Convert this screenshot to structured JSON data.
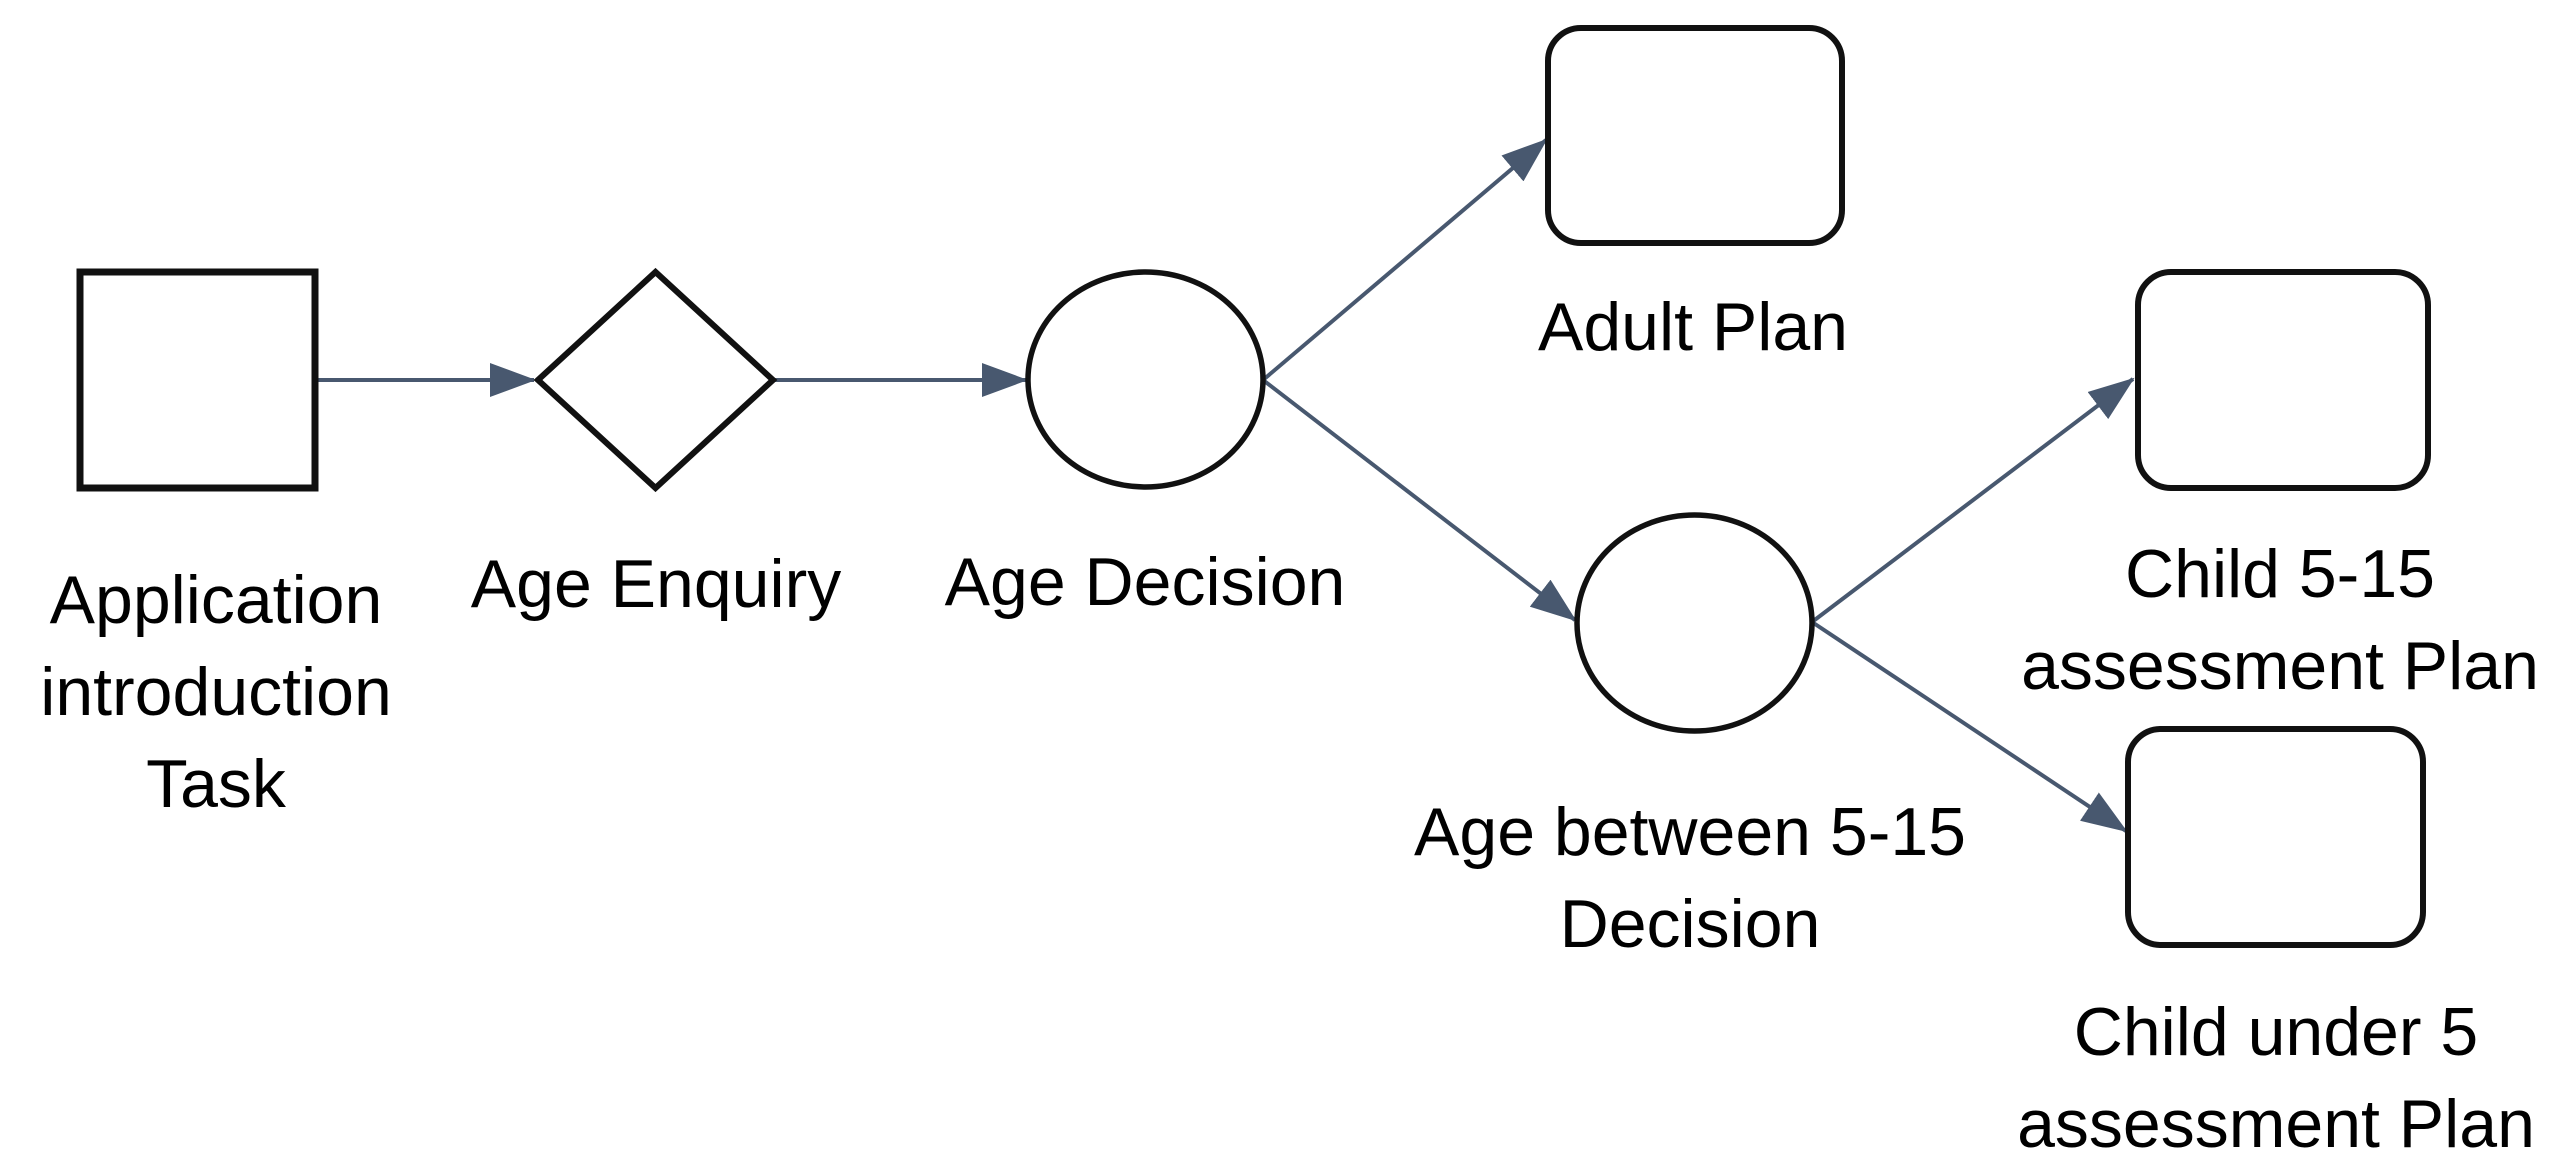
{
  "diagram": {
    "title": "",
    "background_color": "#ffffff",
    "shape_stroke_color": "#111111",
    "shape_fill_color": "#ffffff",
    "arrow_color": "#48586F",
    "text_color": "#000000",
    "nodes": [
      {
        "id": "application-task",
        "shape": "square",
        "label": "Application introduction Task",
        "label_lines": [
          "Application",
          "introduction",
          "Task"
        ]
      },
      {
        "id": "age-enquiry",
        "shape": "diamond",
        "label": "Age Enquiry",
        "label_lines": [
          "Age Enquiry"
        ]
      },
      {
        "id": "age-decision",
        "shape": "circle",
        "label": "Age Decision",
        "label_lines": [
          "Age Decision"
        ]
      },
      {
        "id": "adult-plan",
        "shape": "rounded-rectangle",
        "label": "Adult Plan",
        "label_lines": [
          "Adult Plan"
        ]
      },
      {
        "id": "age-between-5-15-decision",
        "shape": "circle",
        "label": "Age between 5-15 Decision",
        "label_lines": [
          "Age between 5-15",
          "Decision"
        ]
      },
      {
        "id": "child-5-15-plan",
        "shape": "rounded-rectangle",
        "label": "Child 5-15 assessment Plan",
        "label_lines": [
          "Child 5-15",
          "assessment Plan"
        ]
      },
      {
        "id": "child-under-5-plan",
        "shape": "rounded-rectangle",
        "label": "Child under 5 assessment Plan",
        "label_lines": [
          "Child under 5",
          "assessment Plan"
        ]
      }
    ],
    "edges": [
      {
        "from": "application-task",
        "to": "age-enquiry"
      },
      {
        "from": "age-enquiry",
        "to": "age-decision"
      },
      {
        "from": "age-decision",
        "to": "adult-plan"
      },
      {
        "from": "age-decision",
        "to": "age-between-5-15-decision"
      },
      {
        "from": "age-between-5-15-decision",
        "to": "child-5-15-plan"
      },
      {
        "from": "age-between-5-15-decision",
        "to": "child-under-5-plan"
      }
    ]
  }
}
